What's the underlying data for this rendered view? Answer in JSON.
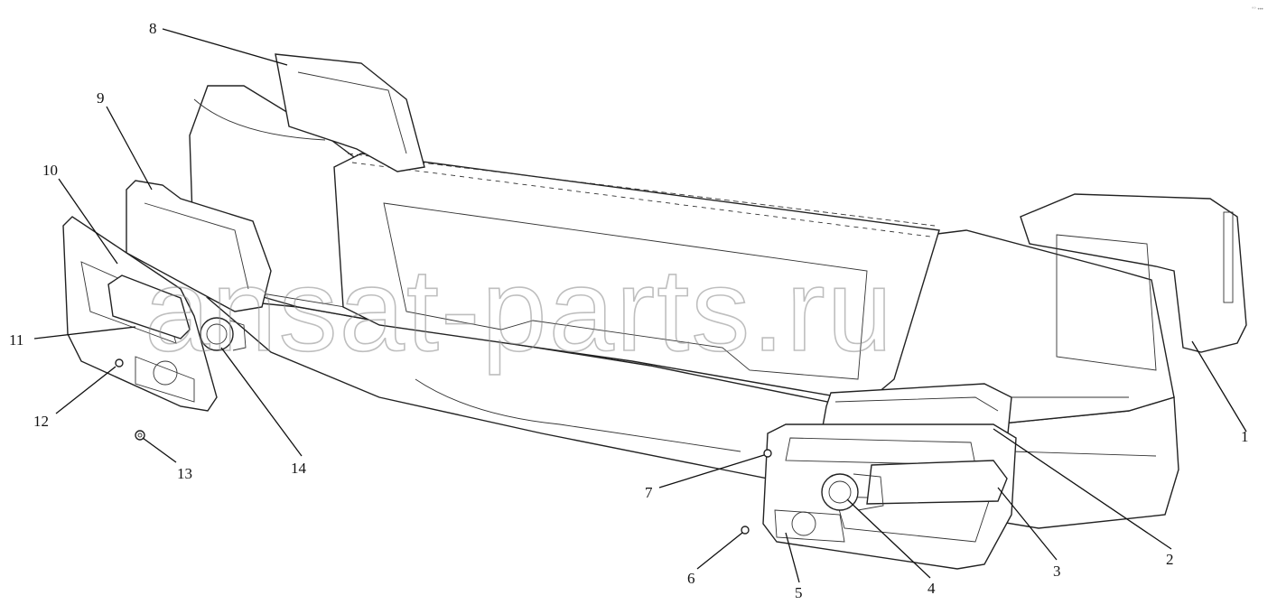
{
  "watermark": "ansat-parts.ru",
  "corner_mark": "°° •••",
  "callouts": [
    {
      "label": "1"
    },
    {
      "label": "2"
    },
    {
      "label": "3"
    },
    {
      "label": "4"
    },
    {
      "label": "5"
    },
    {
      "label": "6"
    },
    {
      "label": "7"
    },
    {
      "label": "8"
    },
    {
      "label": "9"
    },
    {
      "label": "10"
    },
    {
      "label": "11"
    },
    {
      "label": "12"
    },
    {
      "label": "13"
    },
    {
      "label": "14"
    }
  ]
}
